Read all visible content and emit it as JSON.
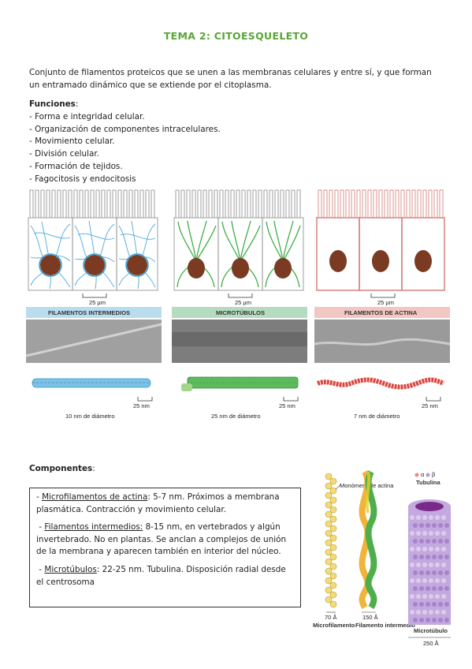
{
  "title": "TEMA 2: CITOESQUELETO",
  "intro": "Conjunto de filamentos proteicos que se unen a las membranas celulares y entre sí, y que forman un entramado dinámico que se extiende por el citoplasma.",
  "functions": {
    "heading": "Funciones",
    "items": [
      "Forma e integridad celular.",
      "Organización de componentes intracelulares.",
      "Movimiento celular.",
      "División celular.",
      "Formación de tejidos.",
      "Fagocitosis y endocitosis"
    ]
  },
  "figure1": {
    "scale_label": "25 µm",
    "nm_label": "25 nm",
    "panels": [
      {
        "header": "FILAMENTOS INTERMEDIOS",
        "diameter": "10 nm de diámetro",
        "color": "#3a9fd8",
        "header_bg": "#b9ddef"
      },
      {
        "header": "MICROTÚBULOS",
        "diameter": "25 nm de diámetro",
        "color": "#3fae49",
        "header_bg": "#b5dcc0"
      },
      {
        "header": "FILAMENTOS DE ACTINA",
        "diameter": "7 nm de diámetro",
        "color": "#d8473f",
        "header_bg": "#f2c6c2"
      }
    ]
  },
  "components": {
    "heading": "Componentes",
    "items": [
      {
        "name": "Microfilamentos de actina",
        "text": ": 5-7 nm. Próximos a membrana plasmática. Contracción y movimiento celular."
      },
      {
        "name": "Filamentos intermedios:",
        "text": " 8-15 nm, en vertebrados y algún invertebrado. No en plantas. Se anclan a complejos de unión de la membrana y aparecen también en interior del núcleo."
      },
      {
        "name": "Microtúbulos",
        "text": ": 22-25 nm. Tubulina. Disposición radial desde el centrosoma"
      }
    ]
  },
  "figure2": {
    "monomer_label": "Monómero de actina",
    "tubulin_label": "Tubulina",
    "alpha": "α",
    "beta": "β",
    "microfilament": {
      "size": "70 Å",
      "name": "Microfilamento"
    },
    "intermediate": {
      "size": "150 Å",
      "name": "Filamento intermedio"
    },
    "microtubule": {
      "size": "250 Å",
      "name": "Microtúbulo"
    }
  }
}
